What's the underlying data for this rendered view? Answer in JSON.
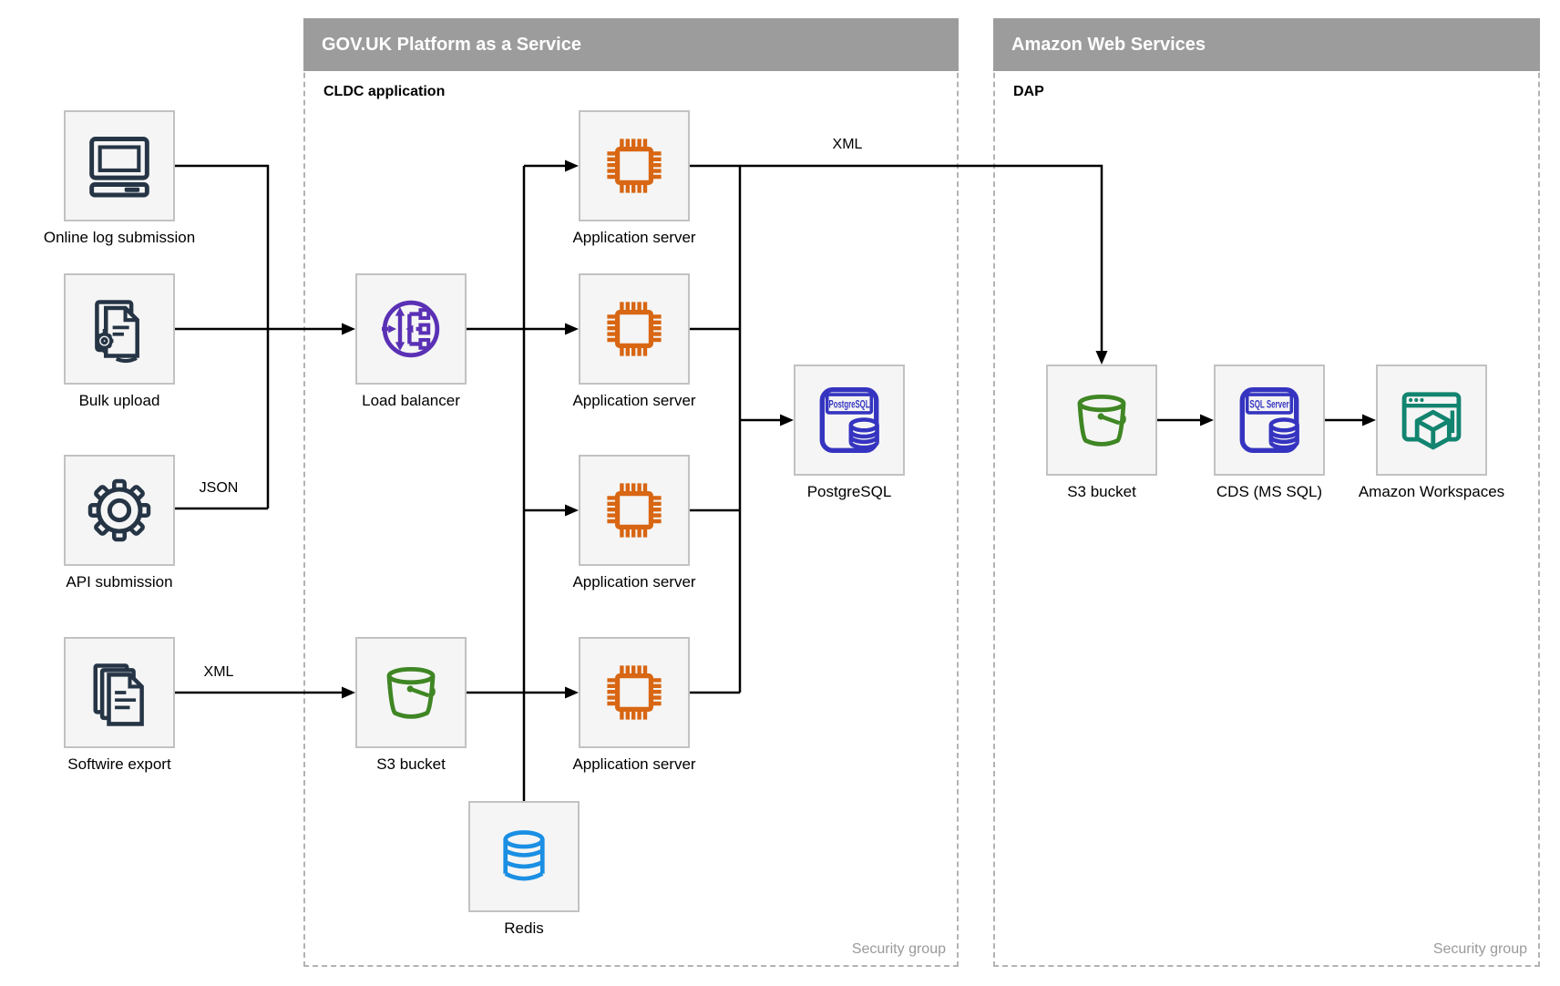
{
  "containers": {
    "govuk": {
      "title": "GOV.UK Platform as a Service",
      "sublabel": "CLDC application",
      "footer": "Security group"
    },
    "aws": {
      "title": "Amazon Web Services",
      "sublabel": "DAP",
      "footer": "Security group"
    }
  },
  "nodes": {
    "online_log": {
      "label": "Online log submission",
      "icon": "desktop-computer-icon"
    },
    "bulk_upload": {
      "label": "Bulk upload",
      "icon": "document-gear-icon"
    },
    "api_submission": {
      "label": "API submission",
      "icon": "gear-icon"
    },
    "softwire_export": {
      "label": "Softwire export",
      "icon": "documents-stack-icon"
    },
    "load_balancer": {
      "label": "Load balancer",
      "icon": "load-balancer-icon"
    },
    "app_server_1": {
      "label": "Application server",
      "icon": "chip-icon"
    },
    "app_server_2": {
      "label": "Application server",
      "icon": "chip-icon"
    },
    "app_server_3": {
      "label": "Application server",
      "icon": "chip-icon"
    },
    "app_server_4": {
      "label": "Application server",
      "icon": "chip-icon"
    },
    "s3_paas": {
      "label": "S3 bucket",
      "icon": "s3-bucket-icon"
    },
    "redis": {
      "label": "Redis",
      "icon": "database-cylinder-icon"
    },
    "postgresql": {
      "label": "PostgreSQL",
      "icon": "postgresql-database-icon",
      "icon_text": "PostgreSQL"
    },
    "s3_aws": {
      "label": "S3 bucket",
      "icon": "s3-bucket-icon"
    },
    "cds": {
      "label": "CDS (MS SQL)",
      "icon": "sql-server-database-icon",
      "icon_text": "SQL Server"
    },
    "workspaces": {
      "label": "Amazon Workspaces",
      "icon": "browser-cube-icon"
    }
  },
  "edge_labels": {
    "json": "JSON",
    "xml_softwire": "XML",
    "xml_app": "XML"
  },
  "colors": {
    "header_bg": "#9c9c9c",
    "header_text": "#ffffff",
    "box_fill": "#f5f5f5",
    "box_border": "#c2c2c2",
    "dashed_border": "#b3b3b3",
    "security_text": "#9a9a9a",
    "edge": "#000000",
    "icon_navy": "#263545",
    "icon_purple": "#5a30b5",
    "icon_orange": "#d86613",
    "icon_green": "#3f8624",
    "icon_indigo": "#3534c0",
    "icon_redis_blue": "#1a8fe3",
    "icon_teal": "#12846f"
  }
}
